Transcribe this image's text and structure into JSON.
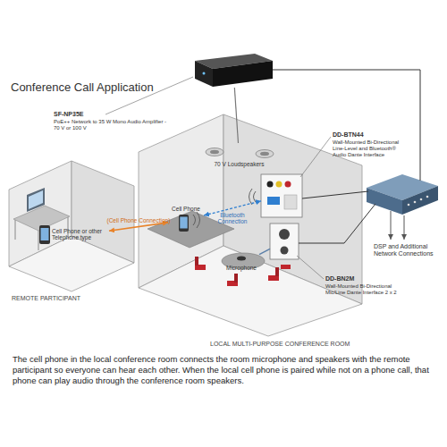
{
  "diagram": {
    "title": "Conference Call Application",
    "caption": "The cell phone in the local conference room connects the room microphone and speakers with the remote participant so everyone can hear each other. When the local cell phone is paired while not on a phone call, that phone can play audio through the conference room speakers.",
    "nodes": [
      {
        "text": [
          "SF-NP35E",
          "PoE++ Network to 35 W Mono Audio Amplifier - 70 V or 100 V"
        ]
      },
      {
        "text": [
          "REMOTE PARTICIPANT"
        ]
      },
      {
        "text": [
          "Cell Phone or other Telephone type"
        ],
        "in": 1
      },
      {
        "text": [
          "LOCAL MULTI-PURPOSE CONFERENCE ROOM"
        ]
      },
      {
        "text": [
          "Cell Phone"
        ],
        "in": 3
      },
      {
        "text": [
          "70 V Loudspeakers"
        ],
        "in": 3
      },
      {
        "text": [
          "Microphone"
        ],
        "in": 3
      },
      {
        "text": [
          "DD-BTN44",
          "Wall-Mounted Bi-Directional Line-Level and Bluetooth® Audio Dante Interface"
        ],
        "in": 3
      },
      {
        "text": [
          "DD-BN2M",
          "Wall-Mounted Bi-Directional Mic/Line Dante Interface 2 x 2"
        ],
        "in": 3
      }
    ],
    "edges": [
      {
        "from": 2,
        "to": 4,
        "label": "(Cell Phone Connection)",
        "arrow": "both"
      },
      {
        "from": 4,
        "to": 7,
        "label": "Bluetooth Connection",
        "arrow": "both"
      },
      {
        "from": 6,
        "to": 8,
        "arrow": "none"
      },
      {
        "from": 0,
        "to": 5,
        "arrow": "none"
      }
    ],
    "labels": [
      "DSP and Additional Network Connections"
    ]
  }
}
